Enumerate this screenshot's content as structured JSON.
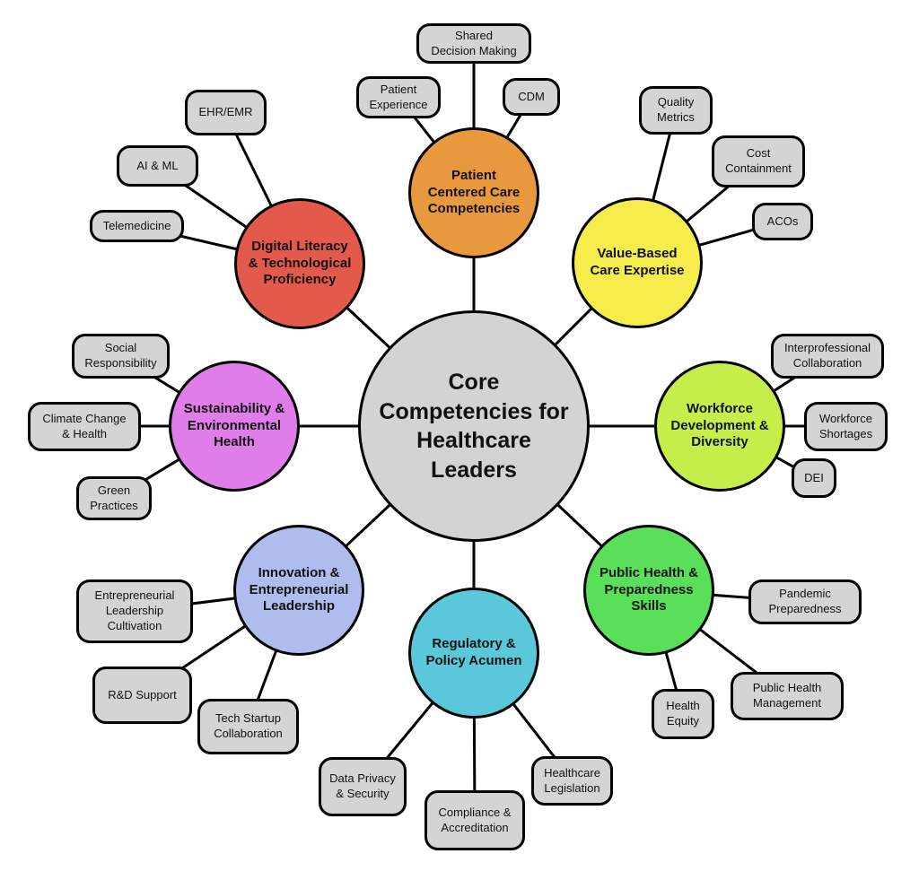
{
  "diagram": {
    "title": "Core Competencies for Healthcare Leaders",
    "background_color": "#FFFFFF",
    "line_color": "#000000",
    "satellite_fill": "#D4D4D4",
    "center": {
      "label": "Core\nCompetencies for\nHealthcare\nLeaders",
      "color": "#D3D3D3"
    },
    "branches": [
      {
        "label": "Patient\nCentered Care\nCompetencies",
        "color": "#E8993E",
        "satellites": [
          "Shared\nDecision Making",
          "Patient\nExperience",
          "CDM"
        ]
      },
      {
        "label": "Value-Based\nCare Expertise",
        "color": "#F6EC4B",
        "satellites": [
          "Quality\nMetrics",
          "Cost\nContainment",
          "ACOs"
        ]
      },
      {
        "label": "Workforce\nDevelopment &\nDiversity",
        "color": "#C6EE4B",
        "satellites": [
          "Interprofessional\nCollaboration",
          "Workforce\nShortages",
          "DEI"
        ]
      },
      {
        "label": "Public Health &\nPreparedness\nSkills",
        "color": "#5ADF5B",
        "satellites": [
          "Pandemic\nPreparedness",
          "Public Health\nManagement",
          "Health\nEquity"
        ]
      },
      {
        "label": "Regulatory &\nPolicy Acumen",
        "color": "#5AC8DA",
        "satellites": [
          "Data Privacy\n& Security",
          "Compliance &\nAccreditation",
          "Healthcare\nLegislation"
        ]
      },
      {
        "label": "Innovation &\nEntrepreneurial\nLeadership",
        "color": "#AEBCEE",
        "satellites": [
          "Entrepreneurial\nLeadership\nCultivation",
          "R&D Support",
          "Tech Startup\nCollaboration"
        ]
      },
      {
        "label": "Sustainability &\nEnvironmental\nHealth",
        "color": "#E07EE9",
        "satellites": [
          "Social\nResponsibility",
          "Climate Change\n& Health",
          "Green\nPractices"
        ]
      },
      {
        "label": "Digital Literacy\n& Technological\nProficiency",
        "color": "#E3594B",
        "satellites": [
          "EHR/EMR",
          "AI & ML",
          "Telemedicine"
        ]
      }
    ]
  }
}
